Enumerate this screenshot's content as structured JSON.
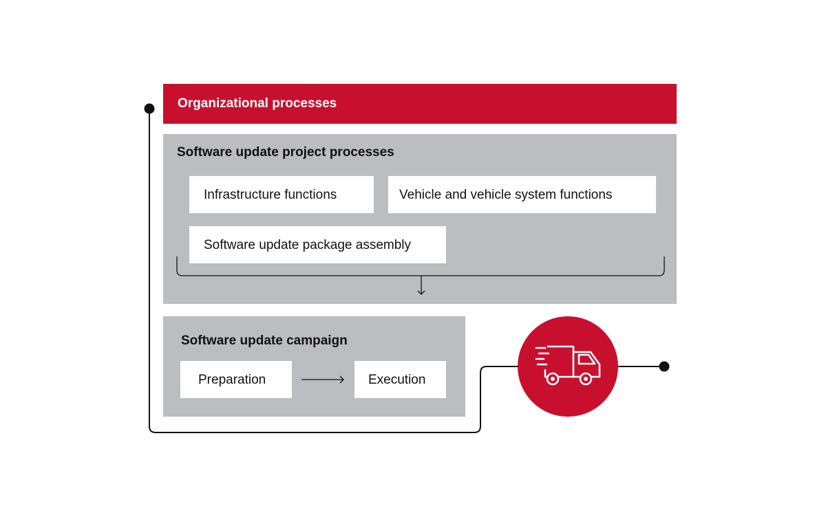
{
  "organizational": {
    "label": "Organizational processes"
  },
  "project": {
    "title": "Software update project processes",
    "items": [
      "Infrastructure functions",
      "Vehicle and vehicle system functions",
      "Software update package assembly"
    ]
  },
  "campaign": {
    "title": "Software update campaign",
    "steps": [
      "Preparation",
      "Execution"
    ]
  },
  "icons": {
    "delivery": "delivery-truck-icon"
  },
  "colors": {
    "accent": "#c8102e",
    "panel": "#bcbdc0",
    "line": "#111111"
  }
}
